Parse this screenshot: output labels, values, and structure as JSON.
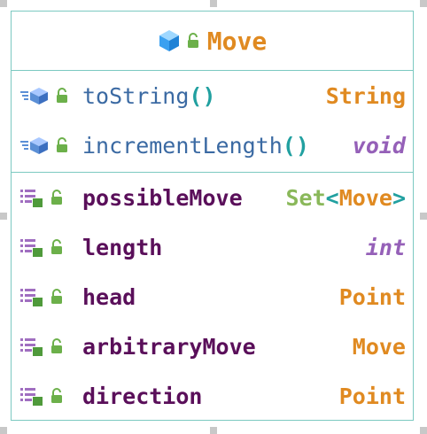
{
  "class": {
    "name": "Move",
    "methods": [
      {
        "name": "toString",
        "parens": "()",
        "type": "String"
      },
      {
        "name": "incrementLength",
        "parens": "()",
        "type": "void"
      }
    ],
    "fields": [
      {
        "name": "possibleMove",
        "type_outer": "Set",
        "type_open": "<",
        "type_inner": "Move",
        "type_close": ">"
      },
      {
        "name": "length",
        "type": "int"
      },
      {
        "name": "head",
        "type": "Point"
      },
      {
        "name": "arbitraryMove",
        "type": "Move"
      },
      {
        "name": "direction",
        "type": "Point"
      }
    ]
  },
  "colors": {
    "border": "#7cc9c1",
    "class_name": "#e08a21",
    "method_name": "#3b6aa3",
    "field_name": "#5a0f5a",
    "type": "#e08a21",
    "primitive_type": "#9560b8"
  },
  "icons": {
    "class": "class-cube-icon",
    "visibility": "unlocked-padlock-icon",
    "method": "method-cube-icon",
    "field": "field-list-icon"
  }
}
